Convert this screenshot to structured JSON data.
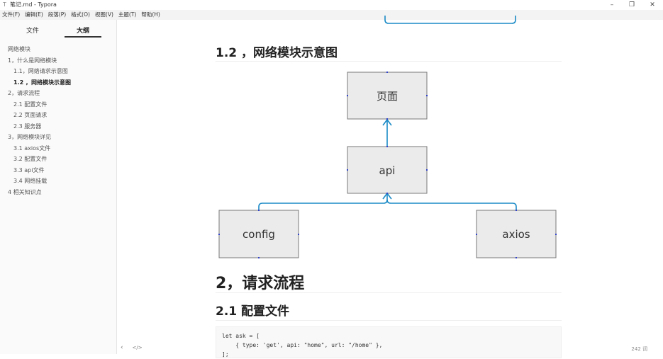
{
  "window": {
    "title": "笔记.md - Typora",
    "icon": "typora-icon",
    "controls": [
      "minimize",
      "restore",
      "close"
    ]
  },
  "menu": [
    "文件(F)",
    "编辑(E)",
    "段落(P)",
    "格式(O)",
    "视图(V)",
    "主题(T)",
    "帮助(H)"
  ],
  "sidebar": {
    "tabs": [
      {
        "label": "文件",
        "active": false
      },
      {
        "label": "大纲",
        "active": true
      }
    ],
    "outline": [
      {
        "label": "网络模块",
        "level": 1
      },
      {
        "label": "1，什么是网络模块",
        "level": 1
      },
      {
        "label": "1.1，网络请求示意图",
        "level": 2
      },
      {
        "label": "1.2 ，网络模块示意图",
        "level": 2,
        "active": true
      },
      {
        "label": "2，请求流程",
        "level": 1
      },
      {
        "label": "2.1 配置文件",
        "level": 2
      },
      {
        "label": "2.2 页面请求",
        "level": 2
      },
      {
        "label": "2.3 服务器",
        "level": 2
      },
      {
        "label": "3，网络模块详见",
        "level": 1
      },
      {
        "label": "3.1 axios文件",
        "level": 2
      },
      {
        "label": "3.2 配置文件",
        "level": 2
      },
      {
        "label": "3.3 api文件",
        "level": 2
      },
      {
        "label": "3.4 网络挂载",
        "level": 2
      },
      {
        "label": "4 相关知识点",
        "level": 1
      }
    ]
  },
  "content": {
    "heading_12": "1.2 ，网络模块示意图",
    "diagram": {
      "nodes": [
        "页面",
        "api",
        "config",
        "axios"
      ],
      "edges": [
        [
          "api",
          "页面"
        ],
        [
          "config",
          "api"
        ],
        [
          "axios",
          "api"
        ]
      ],
      "edge_color": "#1a8ac6"
    },
    "heading_2": "2，请求流程",
    "heading_21": "2.1 配置文件",
    "code": "let ask = [\n    { type: 'get', api: \"home\", url: \"/home\" },\n];"
  },
  "status": {
    "word_count": "242 词"
  }
}
